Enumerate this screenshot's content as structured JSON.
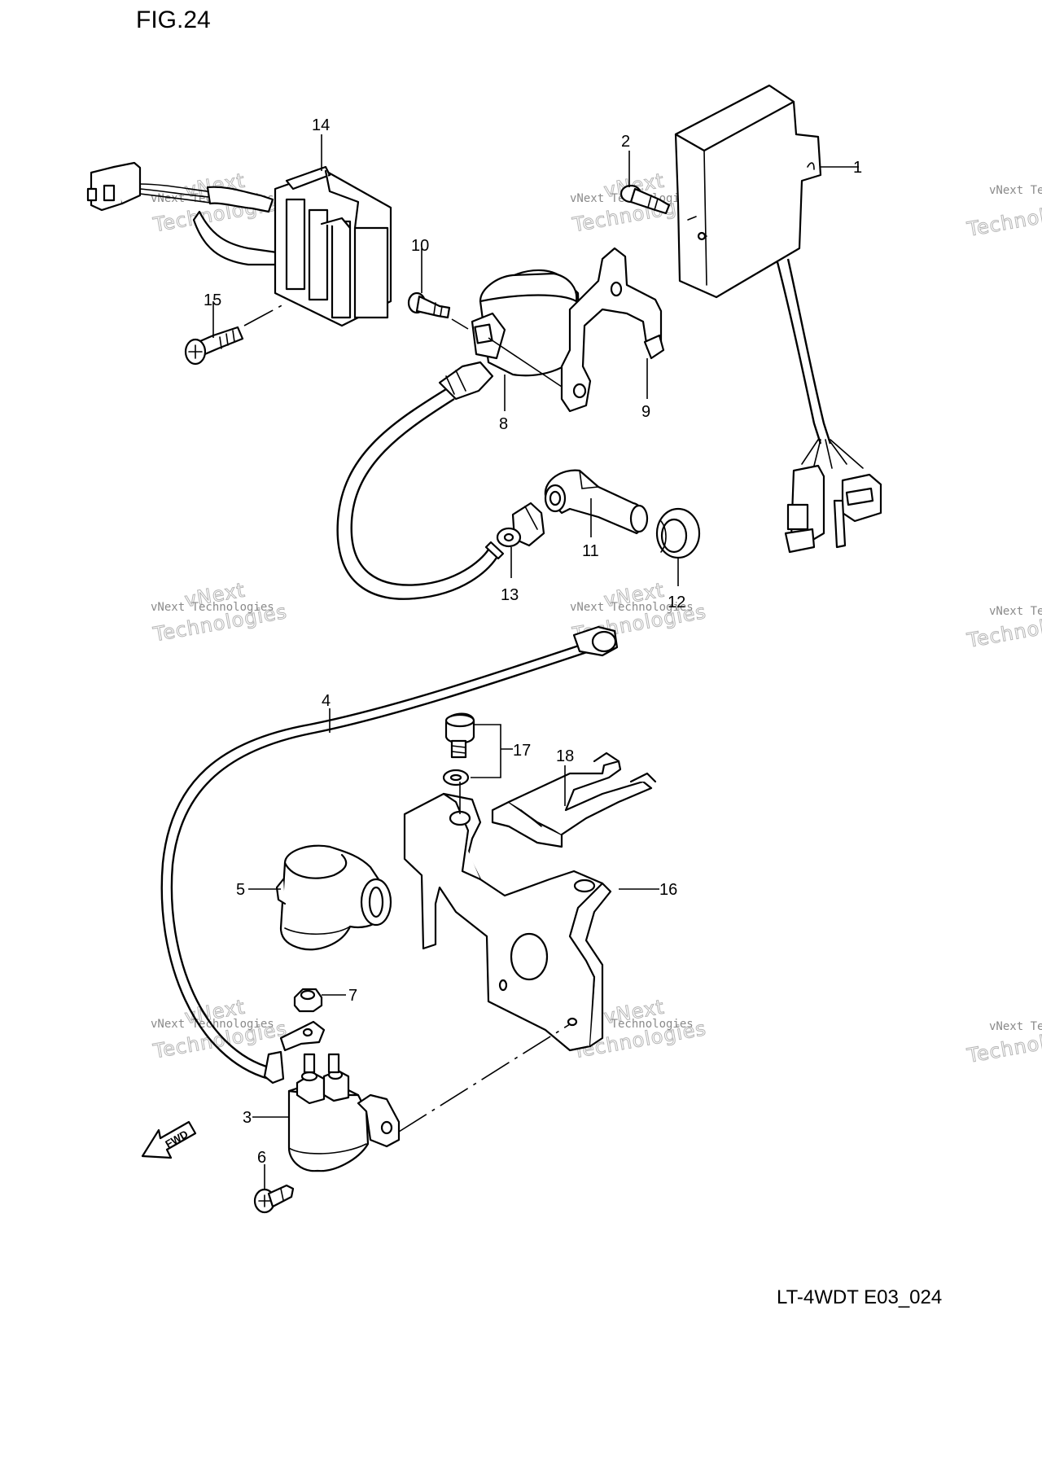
{
  "figure": {
    "title": "FIG.24",
    "code": "LT-4WDT E03_024"
  },
  "watermark": {
    "line1": "vNext Technologies",
    "line2": "Technologies",
    "line3": "vNext"
  },
  "direction": {
    "label": "FWD",
    "icon": "forward-arrow-icon"
  },
  "callouts": [
    "1",
    "2",
    "3",
    "4",
    "5",
    "6",
    "7",
    "8",
    "9",
    "10",
    "11",
    "12",
    "13",
    "14",
    "15",
    "16",
    "17",
    "18"
  ]
}
